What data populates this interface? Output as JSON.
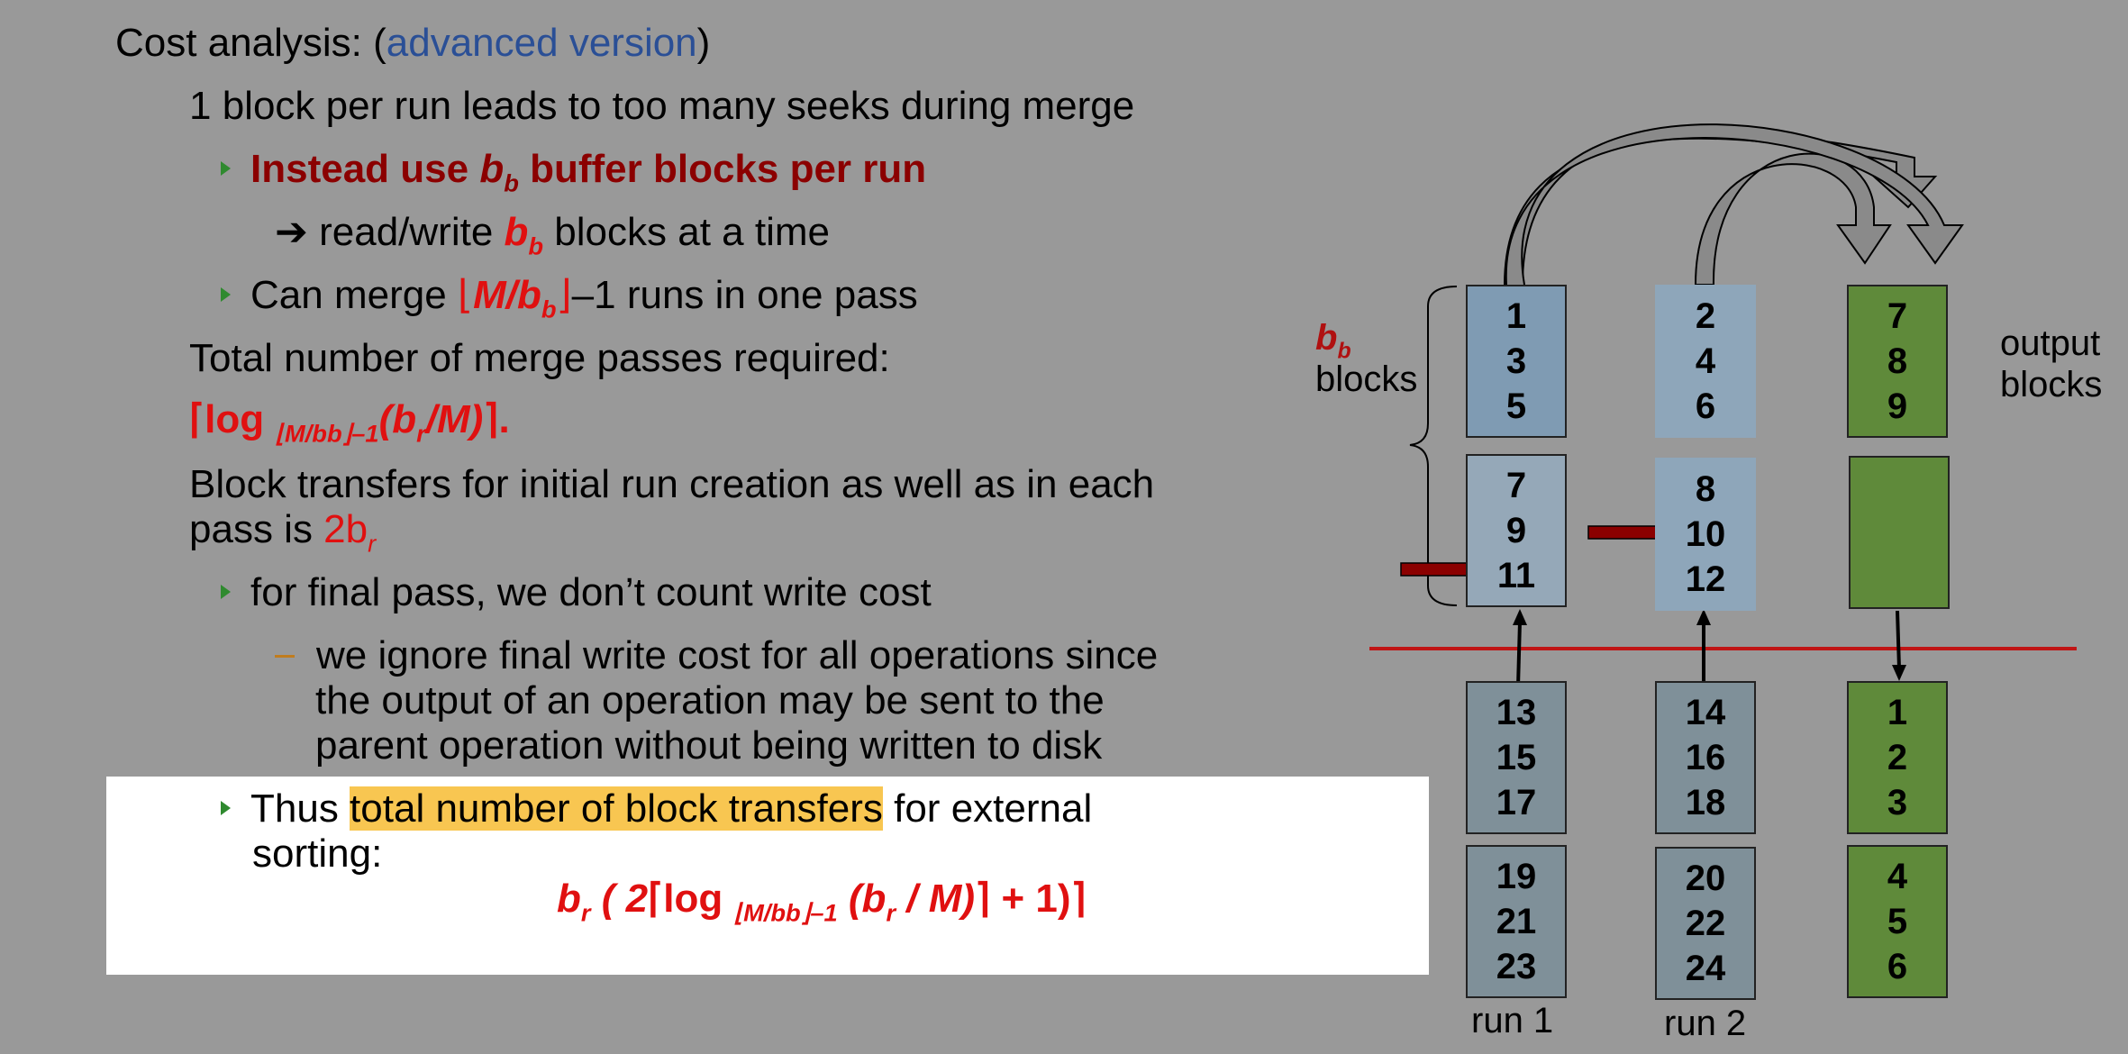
{
  "slide": {
    "title_prefix": "Cost analysis:  (",
    "title_link": "advanced version",
    "title_suffix": ")",
    "line1": "1  block per run leads to too many seeks during merge",
    "line2_pre": "Instead use ",
    "line2_var": "b",
    "line2_sub": "b",
    "line2_post": " buffer blocks per run",
    "line3_arrow": "➔",
    "line3_pre": " read/write ",
    "line3_var": "b",
    "line3_sub": "b",
    "line3_post": " blocks at a time",
    "line4_pre": "Can merge ",
    "line4_floor_open": "⌊",
    "line4_m": "M/b",
    "line4_sub": "b",
    "line4_floor_close": "⌋",
    "line4_post": "–1 runs in one pass",
    "line5": "Total number of merge passes required:",
    "formula1_ceil_open": "⌈",
    "formula1_log": "log ",
    "formula1_sub": "⌊M/bb⌋–1",
    "formula1_arg_open": "(b",
    "formula1_arg_sub": "r",
    "formula1_arg_close": "/M)",
    "formula1_ceil_close": "⌉",
    "formula1_period": ".",
    "line6a": "Block transfers for initial run creation as well as in each",
    "line6b_pre": "pass is ",
    "line6b_val": "2b",
    "line6b_sub": "r",
    "line7": "for final pass, we don’t count write cost",
    "line8a": "we ignore final write cost for all operations since",
    "line8b": "the output of an operation may be sent to the",
    "line8c": "parent operation without being written to disk",
    "line9_pre": "Thus ",
    "line9_hl": "total number of block transfers",
    "line9_post": " for external",
    "line9b": "sorting:",
    "formula2_b": "b",
    "formula2_bsub": "r",
    "formula2_open": " ( 2",
    "formula2_ceil": "⌈",
    "formula2_log": "log ",
    "formula2_logsub": "⌊M/bb⌋–1",
    "formula2_arg": " (b",
    "formula2_argsub": "r",
    "formula2_argclose": " / M)",
    "formula2_ceil_close": "⌉",
    "formula2_plus": " + 1)",
    "formula2_ceil_close2": "⌉"
  },
  "diagram": {
    "bb_label_var": "b",
    "bb_label_sub": "b",
    "bb_label_word": "blocks",
    "output_label_line1": "output",
    "output_label_line2": "blocks",
    "run1_label": "run 1",
    "run2_label": "run 2",
    "run1_blocks": [
      [
        "1",
        "3",
        "5"
      ],
      [
        "7",
        "9",
        "11"
      ],
      [
        "13",
        "15",
        "17"
      ],
      [
        "19",
        "21",
        "23"
      ]
    ],
    "run2_blocks": [
      [
        "2",
        "4",
        "6"
      ],
      [
        "8",
        "10",
        "12"
      ],
      [
        "14",
        "16",
        "18"
      ],
      [
        "20",
        "22",
        "24"
      ]
    ],
    "output_blocks": [
      [
        "7",
        "8",
        "9"
      ],
      [],
      [
        "1",
        "2",
        "3"
      ],
      [
        "4",
        "5",
        "6"
      ]
    ],
    "colors": {
      "background": "#999999",
      "buffer_blue": "#7f9bb3",
      "disk_gray": "#7f9099",
      "output_green": "#5f8a3a",
      "divider_red": "#c01515",
      "pointer_red": "#8b0000"
    }
  }
}
